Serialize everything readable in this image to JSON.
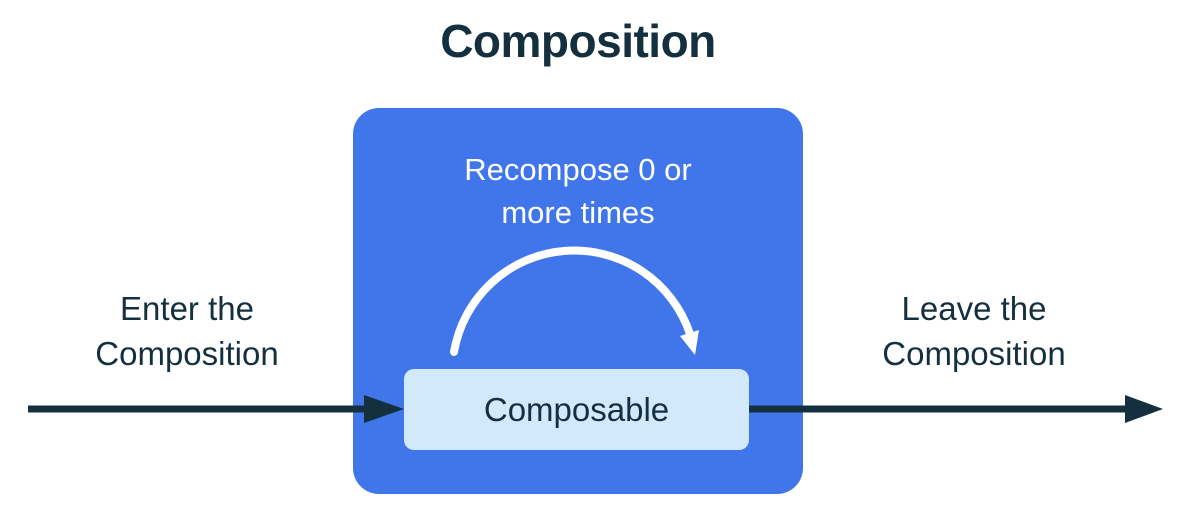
{
  "title": "Composition",
  "colors": {
    "container_blue": "#4076EA",
    "composable_bg": "#D2E9FB",
    "ink_navy": "#14303F",
    "arc_white": "#FFFFFF"
  },
  "container": {
    "recompose_lines": [
      "Recompose 0 or",
      "more times"
    ]
  },
  "composable": {
    "label": "Composable"
  },
  "enter_label": {
    "lines": [
      "Enter the",
      "Composition"
    ]
  },
  "leave_label": {
    "lines": [
      "Leave the",
      "Composition"
    ]
  },
  "icons": {
    "recompose_arc": "curved-loop-arrow",
    "enter_arrow": "arrow-right",
    "leave_arrow": "arrow-right"
  }
}
